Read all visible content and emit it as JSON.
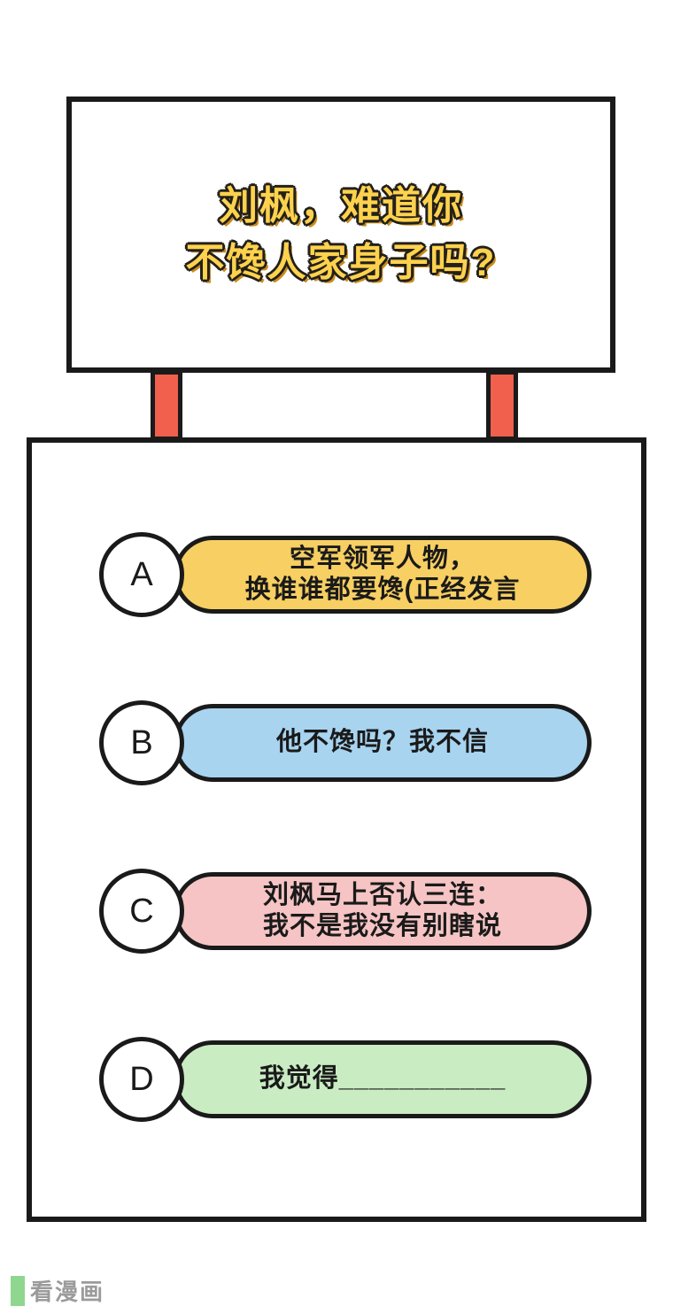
{
  "question": {
    "lines": [
      "刘枫，难道你",
      "不馋人家身子吗?"
    ],
    "text_color": "#ffd24d",
    "outline_color": "#23201a"
  },
  "connector": {
    "color": "#f0604d"
  },
  "options": [
    {
      "badge": "A",
      "text": "空军领军人物，\n换谁谁都要馋(正经发言",
      "color": "#f7cf62"
    },
    {
      "badge": "B",
      "text": "他不馋吗？我不信",
      "color": "#a8d4f0"
    },
    {
      "badge": "C",
      "text": "刘枫马上否认三连：\n我不是我没有别瞎说",
      "color": "#f6c4c4"
    },
    {
      "badge": "D",
      "text": "我觉得___________",
      "color": "#c9ecc3"
    }
  ],
  "watermark": {
    "label": "看漫画",
    "bar_color": "#8fd68f"
  }
}
